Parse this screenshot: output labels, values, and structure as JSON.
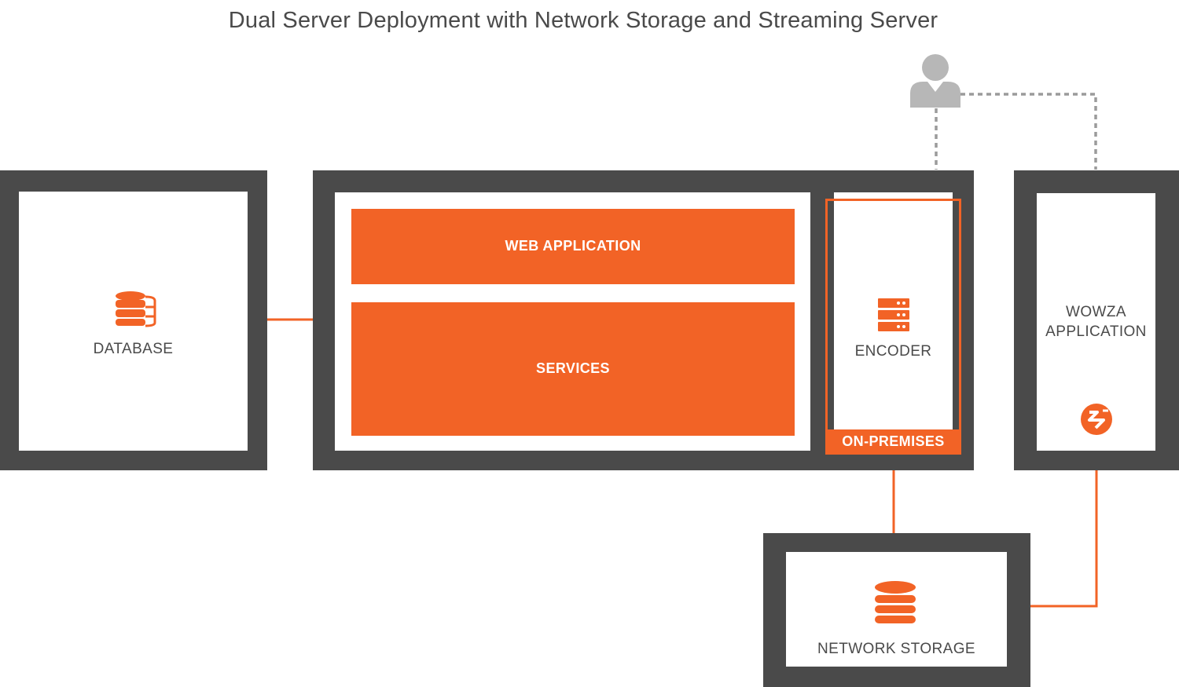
{
  "title": "Dual Server Deployment with Network Storage and Streaming Server",
  "nodes": {
    "database": {
      "label": "DATABASE",
      "icon": "database-icon"
    },
    "web_application": {
      "label": "WEB APPLICATION"
    },
    "services": {
      "label": "SERVICES"
    },
    "encoder": {
      "label": "ENCODER",
      "icon": "server-icon",
      "badge": "ON-PREMISES"
    },
    "wowza": {
      "label_line1": "WOWZA",
      "label_line2": "APPLICATION",
      "icon": "wowza-logo-icon"
    },
    "network_storage": {
      "label": "NETWORK STORAGE",
      "icon": "storage-stack-icon"
    },
    "user": {
      "icon": "user-icon"
    }
  },
  "colors": {
    "accent": "#f26326",
    "frame": "#4a4a4a",
    "user": "#b7b7b7",
    "dashed": "#9b9b9b"
  }
}
